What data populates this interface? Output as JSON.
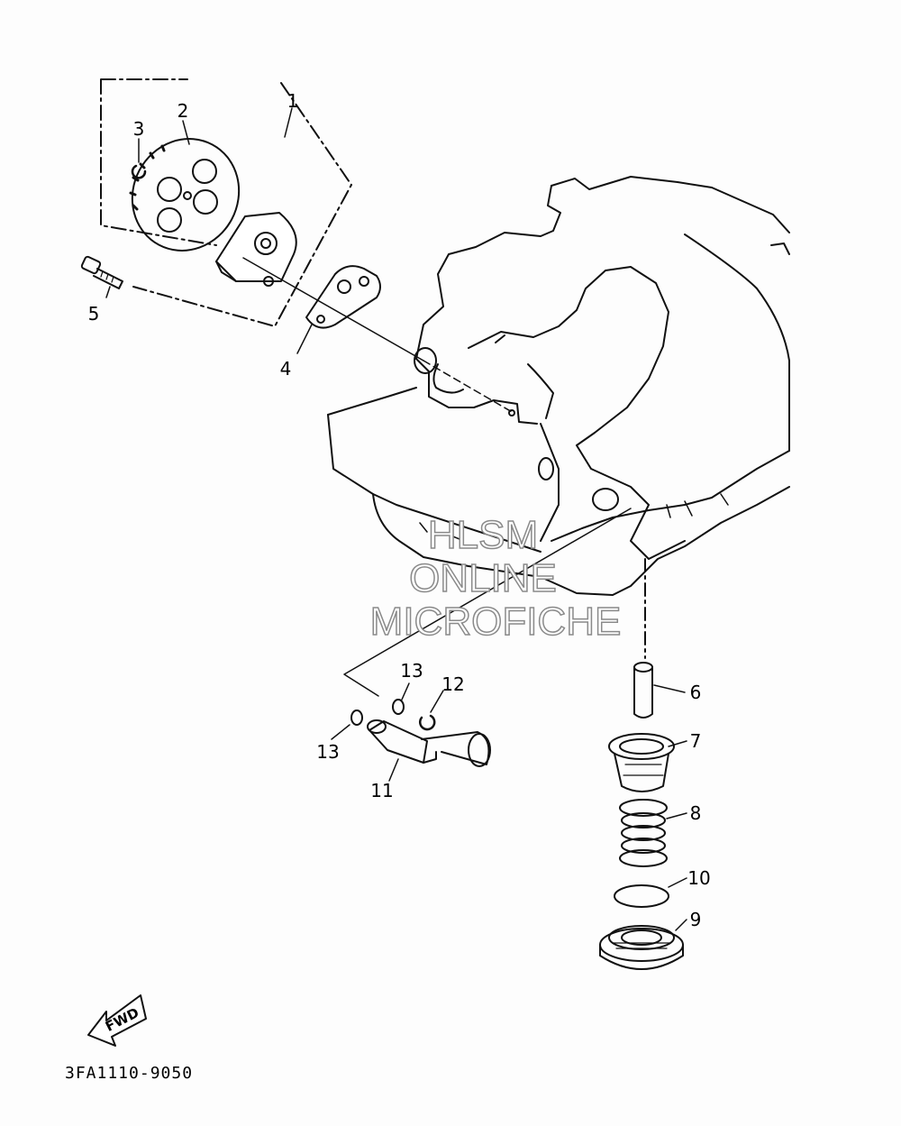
{
  "parts": {
    "p1": "1",
    "p2": "2",
    "p3": "3",
    "p4": "4",
    "p5": "5",
    "p6": "6",
    "p7": "7",
    "p8": "8",
    "p9": "9",
    "p10": "10",
    "p11": "11",
    "p12": "12",
    "p13a": "13",
    "p13b": "13"
  },
  "watermark": {
    "line1": "HLSM",
    "line2": "ONLINE",
    "line3": "MICROFICHE"
  },
  "fwd_label": "FWD",
  "drawing_code": "3FA1110-9050"
}
